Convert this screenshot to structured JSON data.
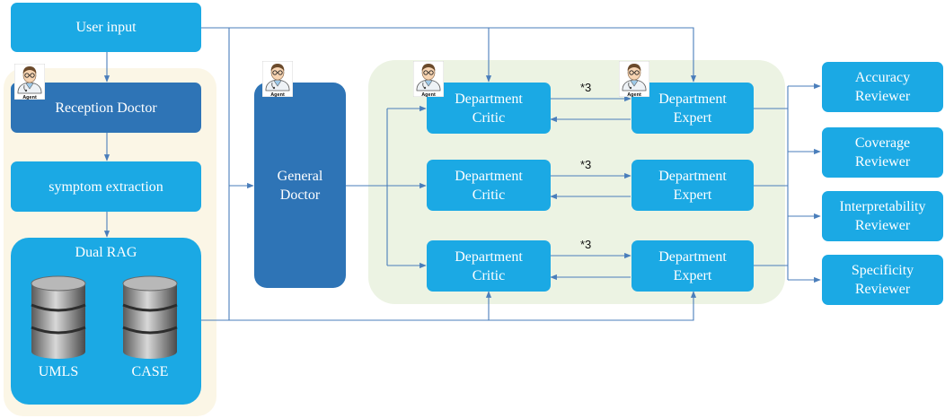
{
  "nodes": {
    "user_input": "User input",
    "reception_doctor": "Reception Doctor",
    "symptom_extraction": "symptom extraction",
    "dual_rag": "Dual RAG",
    "umls": "UMLS",
    "case": "CASE",
    "general_doctor": "General\nDoctor",
    "department_critic": "Department\nCritic",
    "department_expert": "Department\nExpert",
    "accuracy_reviewer": "Accuracy\nReviewer",
    "coverage_reviewer": "Coverage\nReviewer",
    "interpretability_reviewer": "Interpretability\nReviewer",
    "specificity_reviewer": "Specificity\nReviewer"
  },
  "multiplier": "*3",
  "agent_badge": "Agent",
  "colors": {
    "light_box": "#1ba9e4",
    "dark_box": "#2e74b6",
    "arrow": "#4a7ebb",
    "left_region": "#fbf6e6",
    "dept_region": "#ecf3e3"
  }
}
